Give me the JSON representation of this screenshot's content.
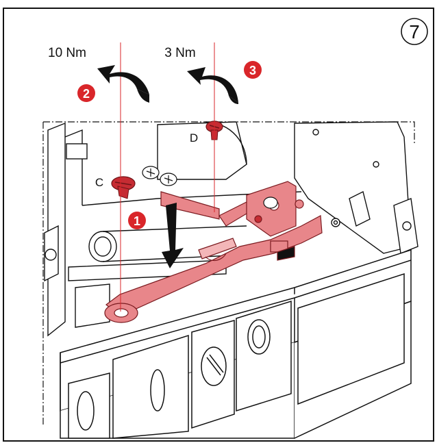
{
  "step": {
    "number": "7"
  },
  "torques": [
    {
      "label": "10 Nm"
    },
    {
      "label": "3 Nm"
    }
  ],
  "markers": [
    {
      "label": "1",
      "color": "#d9262a"
    },
    {
      "label": "2",
      "color": "#d9262a"
    },
    {
      "label": "3",
      "color": "#d9262a"
    }
  ],
  "screws": [
    {
      "label": "C"
    },
    {
      "label": "D"
    }
  ],
  "colors": {
    "highlight": "#e8868a",
    "highlight_dark": "#c62c33",
    "line": "#111111",
    "guide": "#d9262a"
  }
}
